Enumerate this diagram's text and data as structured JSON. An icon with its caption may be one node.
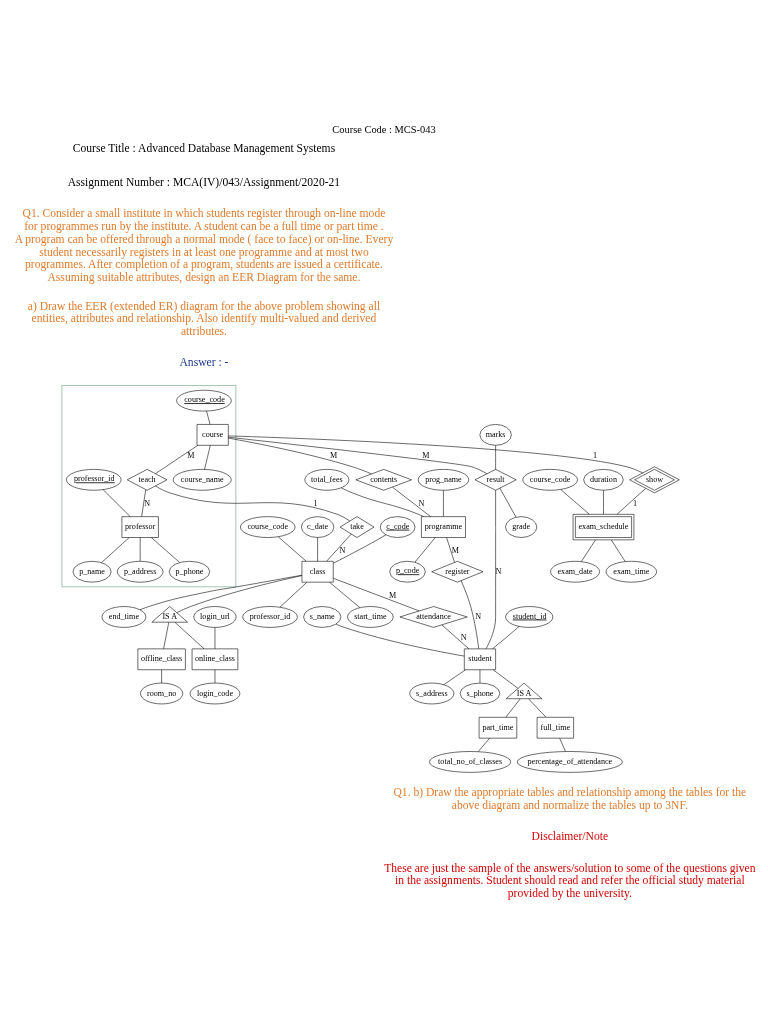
{
  "diagram": {
    "title": "Course Code : MCS-043",
    "nodes": [
      {
        "text": [],
        "shape": "box"
      },
      {
        "text": [
          "course_code"
        ],
        "in": 0
      },
      {
        "text": [
          "course"
        ],
        "in": 0
      },
      {
        "text": [
          "teach"
        ],
        "in": 0
      },
      {
        "text": [
          "professor_id"
        ],
        "in": 0
      },
      {
        "text": [
          "professor"
        ],
        "in": 0
      },
      {
        "text": [
          "p_name"
        ],
        "in": 0
      },
      {
        "text": [
          "course_name"
        ],
        "in": 0
      },
      {
        "text": [
          "p_address"
        ],
        "in": 0
      },
      {
        "text": [
          "p_phone"
        ],
        "in": 0
      },
      {
        "text": [
          "contents"
        ]
      },
      {
        "text": [
          "take"
        ]
      },
      {
        "text": [
          "total_fees"
        ]
      },
      {
        "text": [
          "prog_name"
        ]
      },
      {
        "text": [
          "c_code"
        ]
      },
      {
        "text": [
          "course_code"
        ]
      },
      {
        "text": [
          "programme"
        ]
      },
      {
        "text": [
          "c_date"
        ]
      },
      {
        "text": [
          "class"
        ]
      },
      {
        "text": [
          "professor_id"
        ]
      },
      {
        "text": [
          "start_time"
        ]
      },
      {
        "text": [
          "p_code"
        ]
      },
      {
        "text": [
          "end_time"
        ]
      },
      {
        "text": [
          "IS A"
        ]
      },
      {
        "text": [
          "login_url"
        ]
      },
      {
        "text": [
          "online_class"
        ]
      },
      {
        "text": [
          "offline_class"
        ]
      },
      {
        "text": [
          "room_no"
        ]
      },
      {
        "text": [
          "login_code"
        ]
      },
      {
        "text": [
          "attendance"
        ]
      },
      {
        "text": [
          "register"
        ]
      },
      {
        "text": [
          "student_id"
        ]
      },
      {
        "text": [
          "s_name"
        ]
      },
      {
        "text": [
          "marks"
        ]
      },
      {
        "text": [
          "result"
        ]
      },
      {
        "text": [
          "student"
        ]
      },
      {
        "text": [
          "s_address"
        ]
      },
      {
        "text": [
          "grade"
        ]
      },
      {
        "text": [
          "s_phone"
        ]
      },
      {
        "text": [
          "show"
        ]
      },
      {
        "text": [
          "IS A"
        ]
      },
      {
        "text": [
          "course_code"
        ]
      },
      {
        "text": [
          "duration"
        ]
      },
      {
        "text": [
          "exam_schedule"
        ]
      },
      {
        "text": [
          "part_time"
        ]
      },
      {
        "text": [
          "full_time"
        ]
      },
      {
        "text": [
          "exam_date"
        ]
      },
      {
        "text": [
          "exam_time"
        ]
      },
      {
        "text": [
          "total_no_of_classes"
        ]
      },
      {
        "text": [
          "percentage_of_attendance"
        ]
      }
    ],
    "edges": [
      {
        "from": 1,
        "to": 2,
        "arrow": "none"
      },
      {
        "from": 2,
        "to": 7,
        "arrow": "none"
      },
      {
        "from": 2,
        "to": 3,
        "arrow": "none",
        "label": "M"
      },
      {
        "from": 3,
        "to": 5,
        "arrow": "none",
        "label": "N"
      },
      {
        "from": 4,
        "to": 5,
        "arrow": "none"
      },
      {
        "from": 5,
        "to": 6,
        "arrow": "none"
      },
      {
        "from": 5,
        "to": 8,
        "arrow": "none"
      },
      {
        "from": 5,
        "to": 9,
        "arrow": "none"
      },
      {
        "from": 2,
        "to": 10,
        "arrow": "none",
        "label": "M"
      },
      {
        "from": 3,
        "to": 11,
        "arrow": "none",
        "label": "1"
      },
      {
        "from": 10,
        "to": 16,
        "arrow": "none",
        "label": "N"
      },
      {
        "from": 11,
        "to": 18,
        "arrow": "none",
        "label": "N"
      },
      {
        "from": 12,
        "to": 16,
        "arrow": "none"
      },
      {
        "from": 13,
        "to": 16,
        "arrow": "none"
      },
      {
        "from": 16,
        "to": 21,
        "arrow": "none"
      },
      {
        "from": 14,
        "to": 18,
        "arrow": "none"
      },
      {
        "from": 15,
        "to": 18,
        "arrow": "none"
      },
      {
        "from": 17,
        "to": 18,
        "arrow": "none"
      },
      {
        "from": 18,
        "to": 19,
        "arrow": "none"
      },
      {
        "from": 18,
        "to": 20,
        "arrow": "none"
      },
      {
        "from": 18,
        "to": 22,
        "arrow": "none"
      },
      {
        "from": 18,
        "to": 23,
        "arrow": "none"
      },
      {
        "from": 23,
        "to": 25,
        "arrow": "none"
      },
      {
        "from": 23,
        "to": 26,
        "arrow": "none"
      },
      {
        "from": 24,
        "to": 25,
        "arrow": "none"
      },
      {
        "from": 25,
        "to": 28,
        "arrow": "none"
      },
      {
        "from": 26,
        "to": 27,
        "arrow": "none"
      },
      {
        "from": 18,
        "to": 29,
        "arrow": "none",
        "label": "M"
      },
      {
        "from": 29,
        "to": 35,
        "arrow": "none",
        "label": "N"
      },
      {
        "from": 16,
        "to": 30,
        "arrow": "none",
        "label": "M"
      },
      {
        "from": 30,
        "to": 35,
        "arrow": "none",
        "label": "N"
      },
      {
        "from": 2,
        "to": 34,
        "arrow": "none",
        "label": "M"
      },
      {
        "from": 33,
        "to": 34,
        "arrow": "none"
      },
      {
        "from": 34,
        "to": 37,
        "arrow": "none"
      },
      {
        "from": 34,
        "to": 35,
        "arrow": "none",
        "label": "N"
      },
      {
        "from": 31,
        "to": 35,
        "arrow": "none"
      },
      {
        "from": 32,
        "to": 35,
        "arrow": "none"
      },
      {
        "from": 35,
        "to": 36,
        "arrow": "none"
      },
      {
        "from": 35,
        "to": 38,
        "arrow": "none"
      },
      {
        "from": 2,
        "to": 39,
        "arrow": "none",
        "label": "1"
      },
      {
        "from": 39,
        "to": 43,
        "arrow": "none",
        "label": "1"
      },
      {
        "from": 41,
        "to": 43,
        "arrow": "none"
      },
      {
        "from": 42,
        "to": 43,
        "arrow": "none"
      },
      {
        "from": 43,
        "to": 46,
        "arrow": "none"
      },
      {
        "from": 43,
        "to": 47,
        "arrow": "none"
      },
      {
        "from": 35,
        "to": 40,
        "arrow": "none"
      },
      {
        "from": 40,
        "to": 44,
        "arrow": "none"
      },
      {
        "from": 40,
        "to": 45,
        "arrow": "none"
      },
      {
        "from": 44,
        "to": 48,
        "arrow": "none"
      },
      {
        "from": 45,
        "to": 49,
        "arrow": "none"
      }
    ],
    "labels": [
      "Course Title : Advanced Database Management Systems",
      "Assignment Number : MCA(IV)/043/Assignment/2020-21",
      "Q1. Consider a small institute in which students register through on-line mode for programmes run by the institute. A student can be a full time or part time . A program can be offered through a normal mode ( face to face) or on-line. Every student necessarily registers in at least one programme and at most two programmes. After completion of a program, students are issued a certificate. Assuming suitable attributes, design an EER Diagram for the same.",
      "a) Draw the EER (extended ER) diagram for the above problem showing all entities, attributes and relationship. Also identify multi-valued and derived attributes.",
      "Answer : -",
      "Q1. b) Draw the appropriate tables and relationship among the tables for the above diagram and normalize the tables up to 3NF.",
      "Disclaimer/Note",
      "These are just the sample of the answers/solution to some of the questions given in the assignments. Student should read and refer the official study material provided by the university."
    ]
  }
}
